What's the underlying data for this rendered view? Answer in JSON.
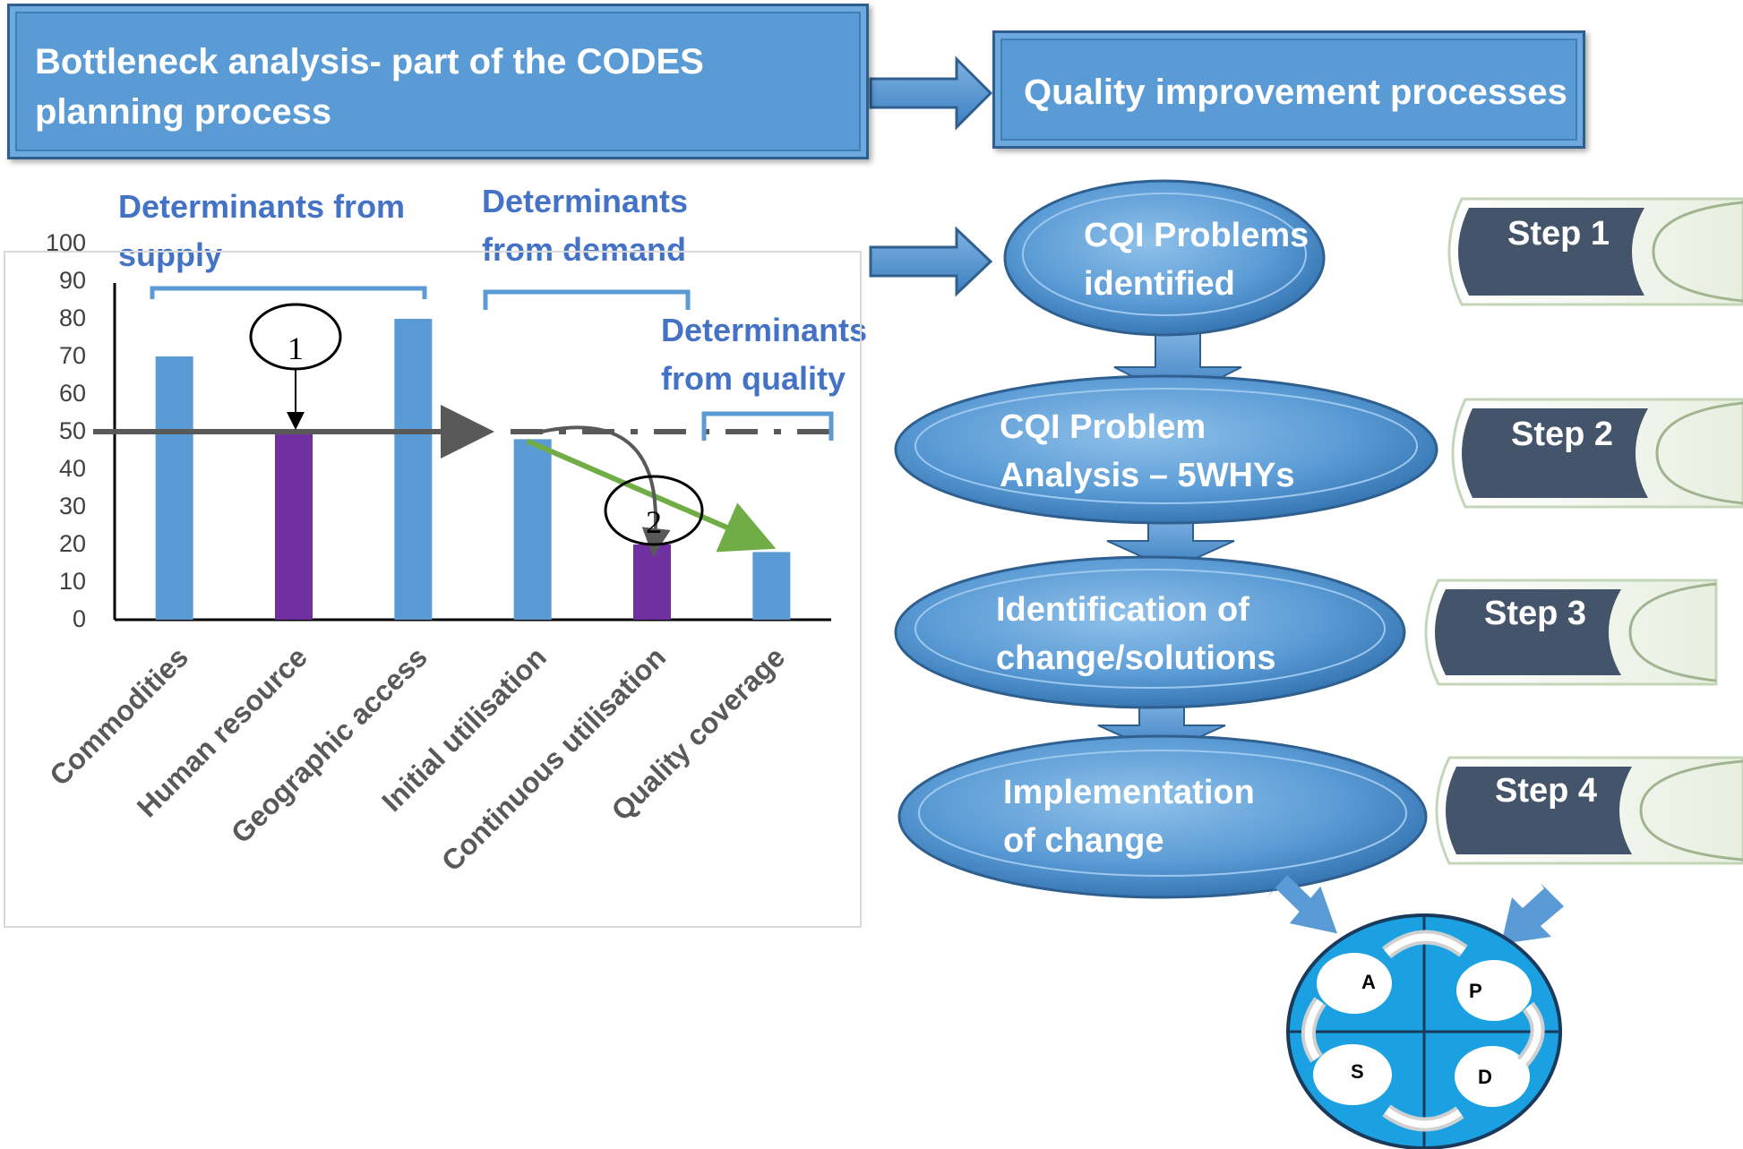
{
  "header": {
    "left_title": "Bottleneck analysis- part of the CODES planning process",
    "right_title": "Quality improvement processes"
  },
  "groups": {
    "supply": "Determinants from supply",
    "demand": "Determinants from demand",
    "quality": "Determinants from quality"
  },
  "chart_data": {
    "type": "bar",
    "categories": [
      "Commodities",
      "Human resource",
      "Geographic access",
      "Initial utilisation",
      "Continuous utilisation",
      "Quality coverage"
    ],
    "values": [
      70,
      50,
      80,
      48,
      20,
      18
    ],
    "bar_colors": [
      "#5b9bd5",
      "#7030a0",
      "#5b9bd5",
      "#5b9bd5",
      "#7030a0",
      "#5b9bd5"
    ],
    "ylim": [
      0,
      100
    ],
    "yticks": [
      "0",
      "10",
      "20",
      "30",
      "40",
      "50",
      "60",
      "70",
      "80",
      "90",
      "100"
    ],
    "threshold": 50,
    "annotations": [
      "1",
      "2"
    ]
  },
  "process": {
    "steps": [
      {
        "label": "CQI Problems identified",
        "line1": "CQI Problems",
        "line2": "identified",
        "step": "Step 1"
      },
      {
        "label": "CQI Problem Analysis – 5WHYs",
        "line1": "CQI Problem",
        "line2": "Analysis – 5WHYs",
        "step": "Step 2"
      },
      {
        "label": "Identification of change/solutions",
        "line1": "Identification of",
        "line2": "change/solutions",
        "step": "Step 3"
      },
      {
        "label": "Implementation of change",
        "line1": "Implementation",
        "line2": "of change",
        "step": "Step 4"
      }
    ]
  },
  "pdsa": {
    "a": "A",
    "p": "P",
    "d": "D",
    "s": "S"
  },
  "colors": {
    "blue": "#5b9bd5",
    "purple": "#7030a0",
    "determinant_text": "#4472c4",
    "step_tab": "#44546a",
    "green_arrow": "#70ad47"
  }
}
